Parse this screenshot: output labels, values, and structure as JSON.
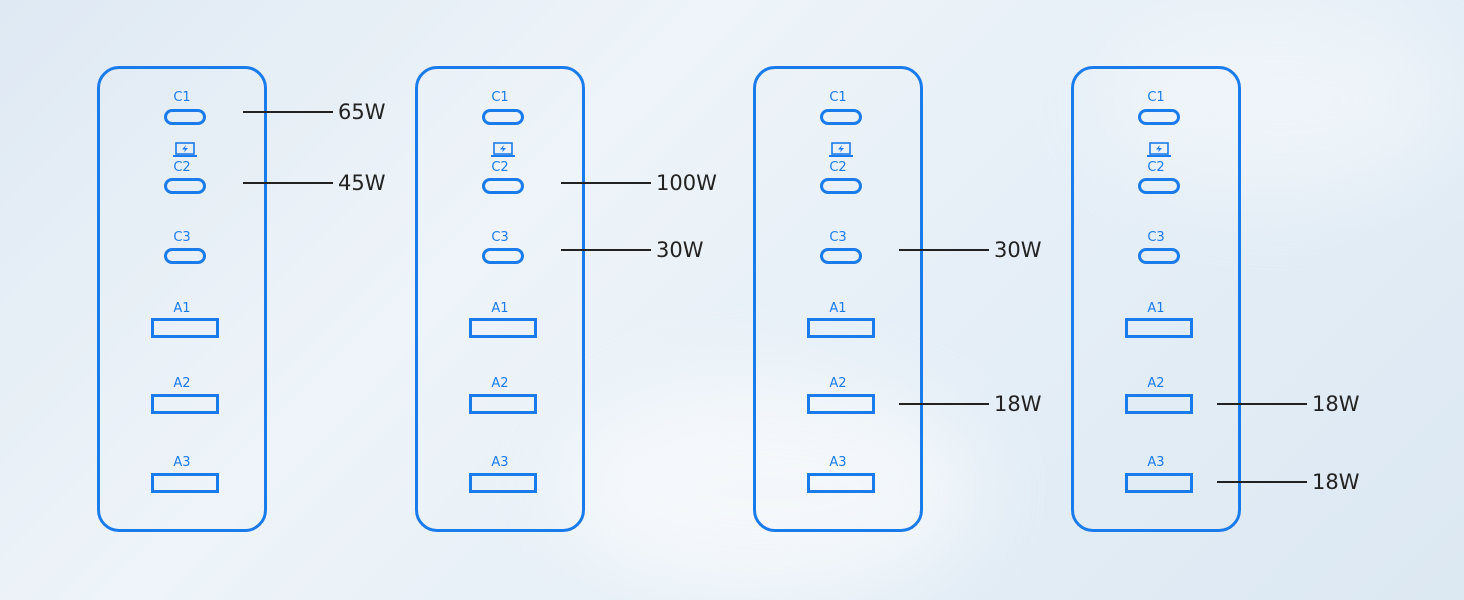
{
  "colors": {
    "accent": "#1a7ceb",
    "text": "#222222"
  },
  "icons": {
    "laptop": "laptop-charging-icon"
  },
  "chargers": [
    {
      "ports": {
        "c1": "C1",
        "c2": "C2",
        "c3": "C3",
        "a1": "A1",
        "a2": "A2",
        "a3": "A3"
      },
      "outputs": {
        "c1": "65W",
        "c2": "45W"
      }
    },
    {
      "ports": {
        "c1": "C1",
        "c2": "C2",
        "c3": "C3",
        "a1": "A1",
        "a2": "A2",
        "a3": "A3"
      },
      "outputs": {
        "c2": "100W",
        "c3": "30W"
      }
    },
    {
      "ports": {
        "c1": "C1",
        "c2": "C2",
        "c3": "C3",
        "a1": "A1",
        "a2": "A2",
        "a3": "A3"
      },
      "outputs": {
        "c3": "30W",
        "a2": "18W"
      }
    },
    {
      "ports": {
        "c1": "C1",
        "c2": "C2",
        "c3": "C3",
        "a1": "A1",
        "a2": "A2",
        "a3": "A3"
      },
      "outputs": {
        "a2": "18W",
        "a3": "18W"
      }
    }
  ]
}
